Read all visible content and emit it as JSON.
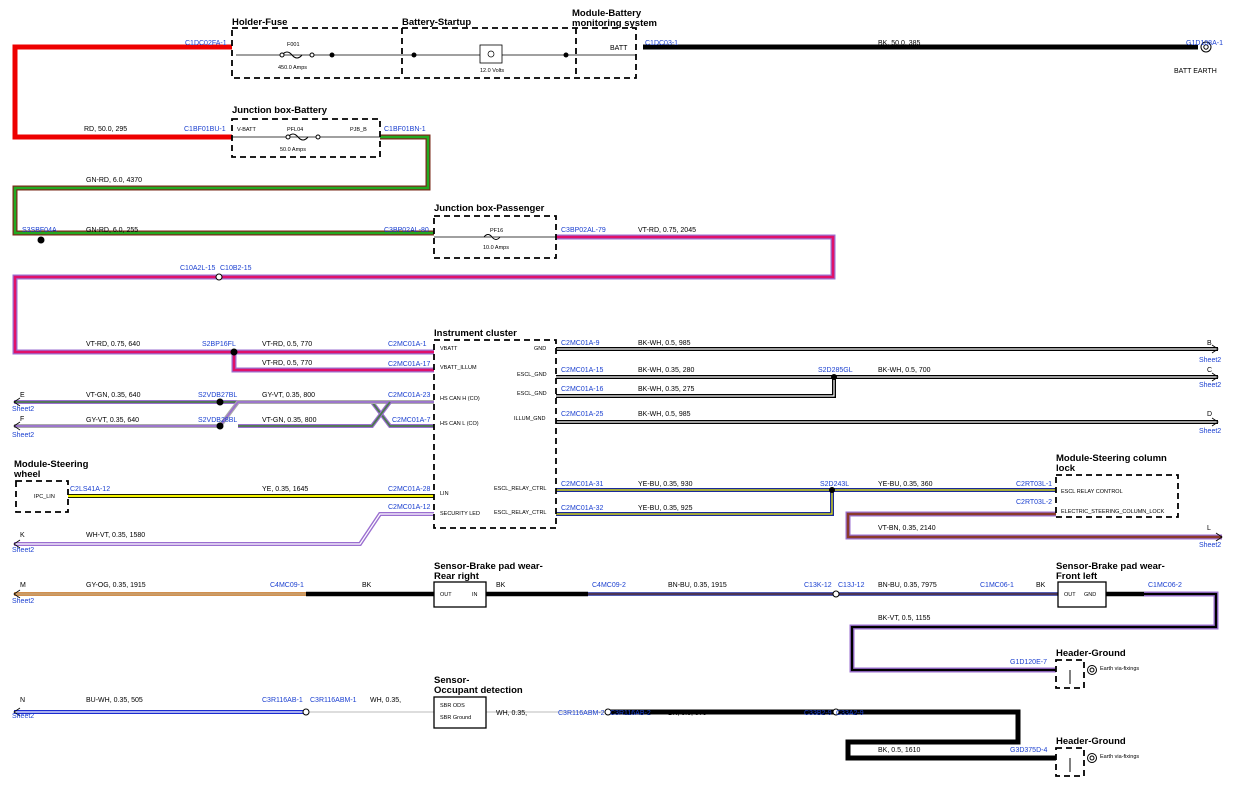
{
  "components": {
    "holder_fuse": {
      "title": "Holder-Fuse",
      "fuse": "F001",
      "rating": "450.0 Amps"
    },
    "battery_startup": {
      "title": "Battery-Startup",
      "voltage": "12.0 Volts"
    },
    "module_battery": {
      "title_line1": "Module-Battery",
      "title_line2": "monitoring system",
      "pin": "BATT"
    },
    "junction_battery": {
      "title": "Junction box-Battery",
      "pin_in": "V-BATT",
      "pin_out": "PJB_B",
      "fuse": "PFL04",
      "rating": "50.0 Amps"
    },
    "junction_passenger": {
      "title": "Junction box-Passenger",
      "fuse": "PF16",
      "rating": "10.0 Amps"
    },
    "instrument_cluster": {
      "title": "Instrument cluster",
      "pins_left": [
        "VBATT",
        "VBATT_ILLUM",
        "HS CAN H (CO)",
        "HS CAN L (CO)",
        "LIN",
        "SECURITY LED"
      ],
      "pins_right": [
        "GND",
        "ESCL_GND",
        "ESCL_GND",
        "ILLUM_GND",
        "ESCL_RELAY_CTRL",
        "ESCL_RELAY_CTRL"
      ]
    },
    "module_steering_wheel": {
      "title_line1": "Module-Steering",
      "title_line2": "wheel",
      "pin": "IPC_LIN"
    },
    "module_steering_column": {
      "title_line1": "Module-Steering column",
      "title_line2": "lock",
      "pins": [
        "ESCL RELAY CONTROL",
        "ELECTRIC_STEERING_COLUMN_LOCK"
      ]
    },
    "sensor_rear": {
      "title_line1": "Sensor-Brake pad wear-",
      "title_line2": "Rear right",
      "pin_out": "OUT",
      "pin_in": "IN"
    },
    "sensor_front": {
      "title_line1": "Sensor-Brake pad wear-",
      "title_line2": "Front left",
      "pin_out": "OUT",
      "pin_gnd": "GND"
    },
    "sensor_occupant": {
      "title_line1": "Sensor-",
      "title_line2": "Occupant detection",
      "pins": [
        "SBR ODS",
        "SBR Ground"
      ]
    },
    "header_ground_1": {
      "title": "Header-Ground",
      "label": "Earth via-fixings"
    },
    "header_ground_2": {
      "title": "Header-Ground",
      "label": "Earth via-fixings"
    },
    "batt_earth": {
      "label": "BATT EARTH"
    }
  },
  "connectors": {
    "c1dc02fa": "C1DC02FA-1",
    "c1dc03": "C1DC03-1",
    "g1d108a": "G1D108A-1",
    "c1bf01bu": "C1BF01BU-1",
    "c1bf01bn": "C1BF01BN-1",
    "s3sbf04a": "S3SBF04A",
    "c3bp02al80": "C3BP02AL-80",
    "c3bp02al79": "C3BP02AL-79",
    "c10a2l": "C10A2L-15",
    "c10b2": "C10B2-15",
    "s2bp16fl": "S2BP16FL",
    "c2mc01a1": "C2MC01A-1",
    "c2mc01a17": "C2MC01A-17",
    "s2vdb27bl": "S2VDB27BL",
    "s2vdb28bl": "S2VDB28BL",
    "c2mc01a23": "C2MC01A-23",
    "c2mc01a7": "C2MC01A-7",
    "c2ls41a": "C2LS41A-12",
    "c2mc01a28": "C2MC01A-28",
    "c2mc01a12": "C2MC01A-12",
    "c2mc01a9": "C2MC01A-9",
    "c2mc01a15": "C2MC01A-15",
    "c2mc01a16": "C2MC01A-16",
    "c2mc01a25": "C2MC01A-25",
    "s2d285gl": "S2D285GL",
    "c2mc01a31": "C2MC01A-31",
    "c2mc01a32": "C2MC01A-32",
    "s2d243l": "S2D243L",
    "c2rt03l1": "C2RT03L-1",
    "c2rt03l2": "C2RT03L-2",
    "c4mc091": "C4MC09-1",
    "c4mc092": "C4MC09-2",
    "c13k12": "C13K-12",
    "c13j12": "C13J-12",
    "c1mc061": "C1MC06-1",
    "c1mc062": "C1MC06-2",
    "g1d120e": "G1D120E-7",
    "c3r116ab1": "C3R116AB-1",
    "c3r116abm1": "C3R116ABM-1",
    "c3r116abm2": "C3R116ABM-2",
    "c3r116ab2": "C3R116AB-2",
    "c33b2": "C33B2-9",
    "c33a2": "C33A2-9",
    "g3d375d": "G3D375D-4"
  },
  "wires": {
    "w_bk385": "BK,  50.0,  385",
    "w_rd295": "RD,  50.0,  295",
    "w_gnrd4370": "GN-RD,  6.0,  4370",
    "w_gnrd255": "GN-RD,  6.0,  255",
    "w_vtrd2045": "VT-RD,  0.75,  2045",
    "w_vtrd640": "VT-RD,  0.75,  640",
    "w_vtrd770a": "VT-RD,  0.5,  770",
    "w_vtrd770b": "VT-RD,  0.5,  770",
    "w_vtgn640": "VT-GN,  0.35,  640",
    "w_gyvt800": "GY-VT,  0.35,  800",
    "w_gyvt640": "GY-VT,  0.35,  640",
    "w_vtgn800": "VT-GN,  0.35,  800",
    "w_ye1645": "YE,  0.35,  1645",
    "w_whvt1580": "WH-VT,  0.35,  1580",
    "w_bkwh985a": "BK-WH,  0.5,  985",
    "w_bkwh280": "BK-WH,  0.35,  280",
    "w_bkwh700": "BK-WH,  0.5,  700",
    "w_bkwh275": "BK-WH,  0.35,  275",
    "w_bkwh985b": "BK-WH,  0.5,  985",
    "w_yebu930": "YE-BU,  0.35,  930",
    "w_yebu360": "YE-BU,  0.35,  360",
    "w_yebu925": "YE-BU,  0.35,  925",
    "w_vtbn2140": "VT-BN,  0.35,  2140",
    "w_gyog1915": "GY-OG,  0.35,  1915",
    "w_bk_a": "BK",
    "w_bk_b": "BK",
    "w_bk_c": "BK",
    "w_bnbu1915": "BN-BU,  0.35,  1915",
    "w_bnbu7975": "BN-BU,  0.35,  7975",
    "w_bkvt1155": "BK-VT,  0.5,  1155",
    "w_buwh505": "BU-WH,  0.35,  505",
    "w_wh_a": "WH,  0.35,",
    "w_wh_b": "WH,  0.35,",
    "w_bk570": "BK,  0.5,  570",
    "w_bk1610": "BK,  0.5,  1610"
  },
  "offsheet": {
    "b": "B",
    "c": "C",
    "d": "D",
    "e": "E",
    "f": "F",
    "k": "K",
    "l": "L",
    "m": "M",
    "n": "N",
    "sheet": "Sheet2"
  }
}
